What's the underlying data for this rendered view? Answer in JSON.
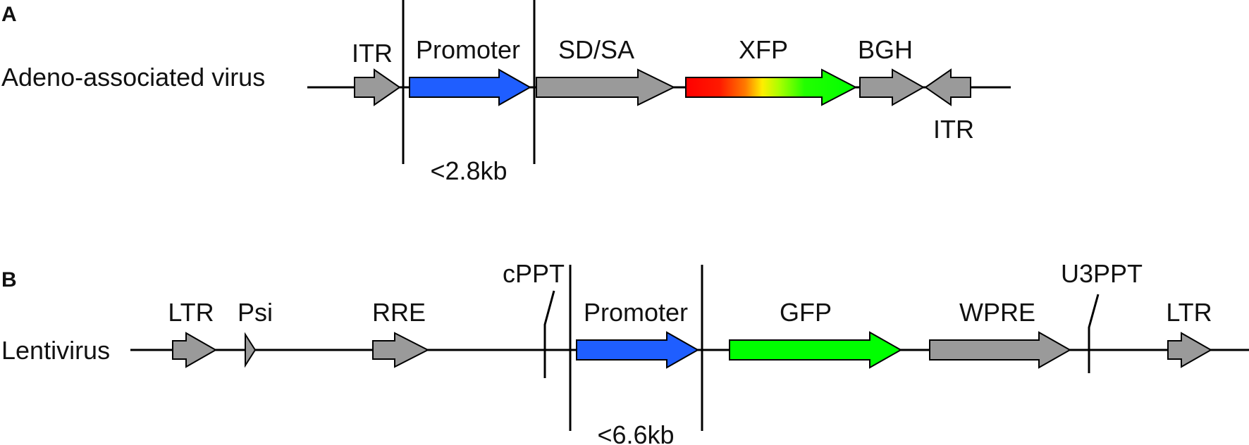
{
  "panels": {
    "a": {
      "letter": "A",
      "vector_label": "Adeno-associated virus",
      "size_note": "<2.8kb",
      "elements": {
        "itr_left": "ITR",
        "promoter": "Promoter",
        "sdsa": "SD/SA",
        "xfp": "XFP",
        "bgh": "BGH",
        "itr_right": "ITR"
      }
    },
    "b": {
      "letter": "B",
      "vector_label": "Lentivirus",
      "size_note": "<6.6kb",
      "elements": {
        "ltr_left": "LTR",
        "psi": "Psi",
        "rre": "RRE",
        "cppt": "cPPT",
        "promoter": "Promoter",
        "gfp": "GFP",
        "wpre": "WPRE",
        "u3ppt": "U3PPT",
        "ltr_right": "LTR"
      }
    }
  },
  "colors": {
    "promoter": "#1f5eff",
    "gfp": "#00ff00",
    "element_gray": "#9a9a9a",
    "line": "#000000",
    "xfp_gradient": [
      "#ff0000",
      "#ff4400",
      "#ff9900",
      "#ffee00",
      "#bbff00",
      "#33ff00",
      "#00ff00"
    ]
  }
}
